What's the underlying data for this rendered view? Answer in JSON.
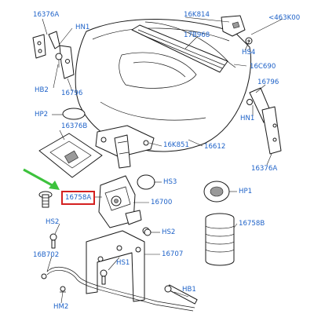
{
  "colors": {
    "label": "#1e62c8",
    "highlight_box": "#d42020",
    "arrow": "#3dc23d",
    "line_art": "#1a1a1a"
  },
  "icons": {
    "pointer": "green-arrow-icon"
  },
  "labels": {
    "l16376A_top": "16376A",
    "lHN1_top": "HN1",
    "lHB2": "HB2",
    "l16796_left": "16796",
    "l16K814": "16K814",
    "l63K00": "<463K00",
    "l17B968": "17B968",
    "lHS4": "HS4",
    "l16C690": "16C690",
    "l16796_right": "16796",
    "lHN1_right": "HN1",
    "l16376A_right": "16376A",
    "lHP2": "HP2",
    "l16376B": "16376B",
    "l16K851": "16K851",
    "l16612": "16612",
    "lHS3": "HS3",
    "l16758A": "16758A",
    "l16700": "16700",
    "lHP1": "HP1",
    "lHS2_left": "HS2",
    "lHS2_right": "HS2",
    "l16758B": "16758B",
    "l16B702": "16B702",
    "lHS1": "HS1",
    "l16707": "16707",
    "lHM2": "HM2",
    "lHB1": "HB1"
  }
}
